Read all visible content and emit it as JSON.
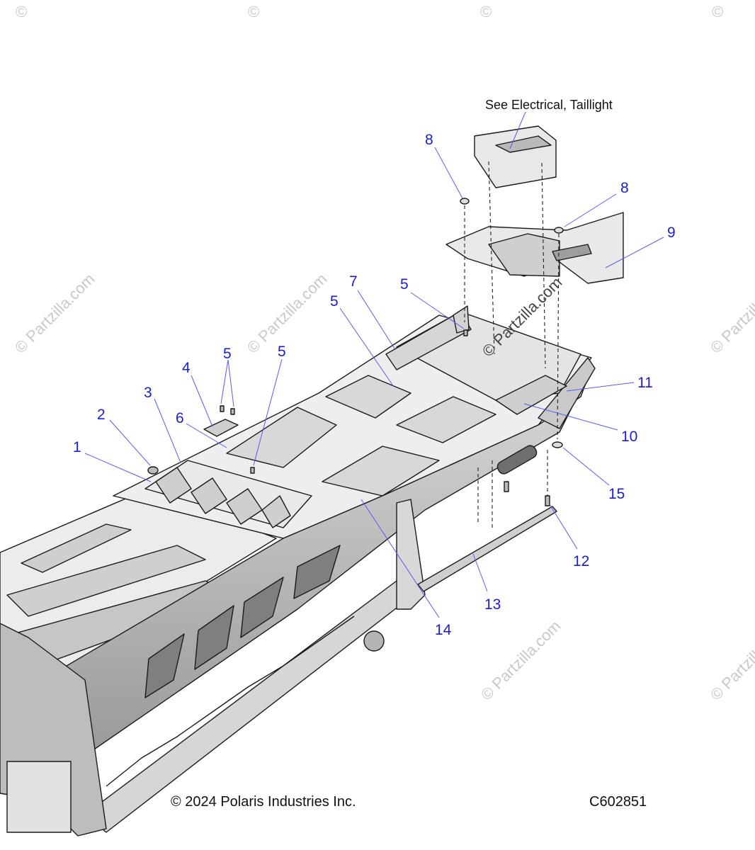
{
  "note": "See Electrical, Taillight",
  "footer": {
    "copyright": "© 2024 Polaris Industries Inc.",
    "code": "C602851"
  },
  "watermark": {
    "text": "© Partzilla.com",
    "corner": "©"
  },
  "colors": {
    "callout": "#1c1ccd",
    "leader": "#5a5af0",
    "line": "#1a1a1a",
    "panel": "#d2d2d2",
    "panel_light": "#e6e6e6",
    "panel_dark": "#9c9c9c"
  },
  "callouts": [
    "1",
    "2",
    "3",
    "4",
    "5",
    "5",
    "5",
    "5",
    "5",
    "6",
    "7",
    "8",
    "8",
    "9",
    "10",
    "11",
    "12",
    "13",
    "14",
    "15"
  ]
}
